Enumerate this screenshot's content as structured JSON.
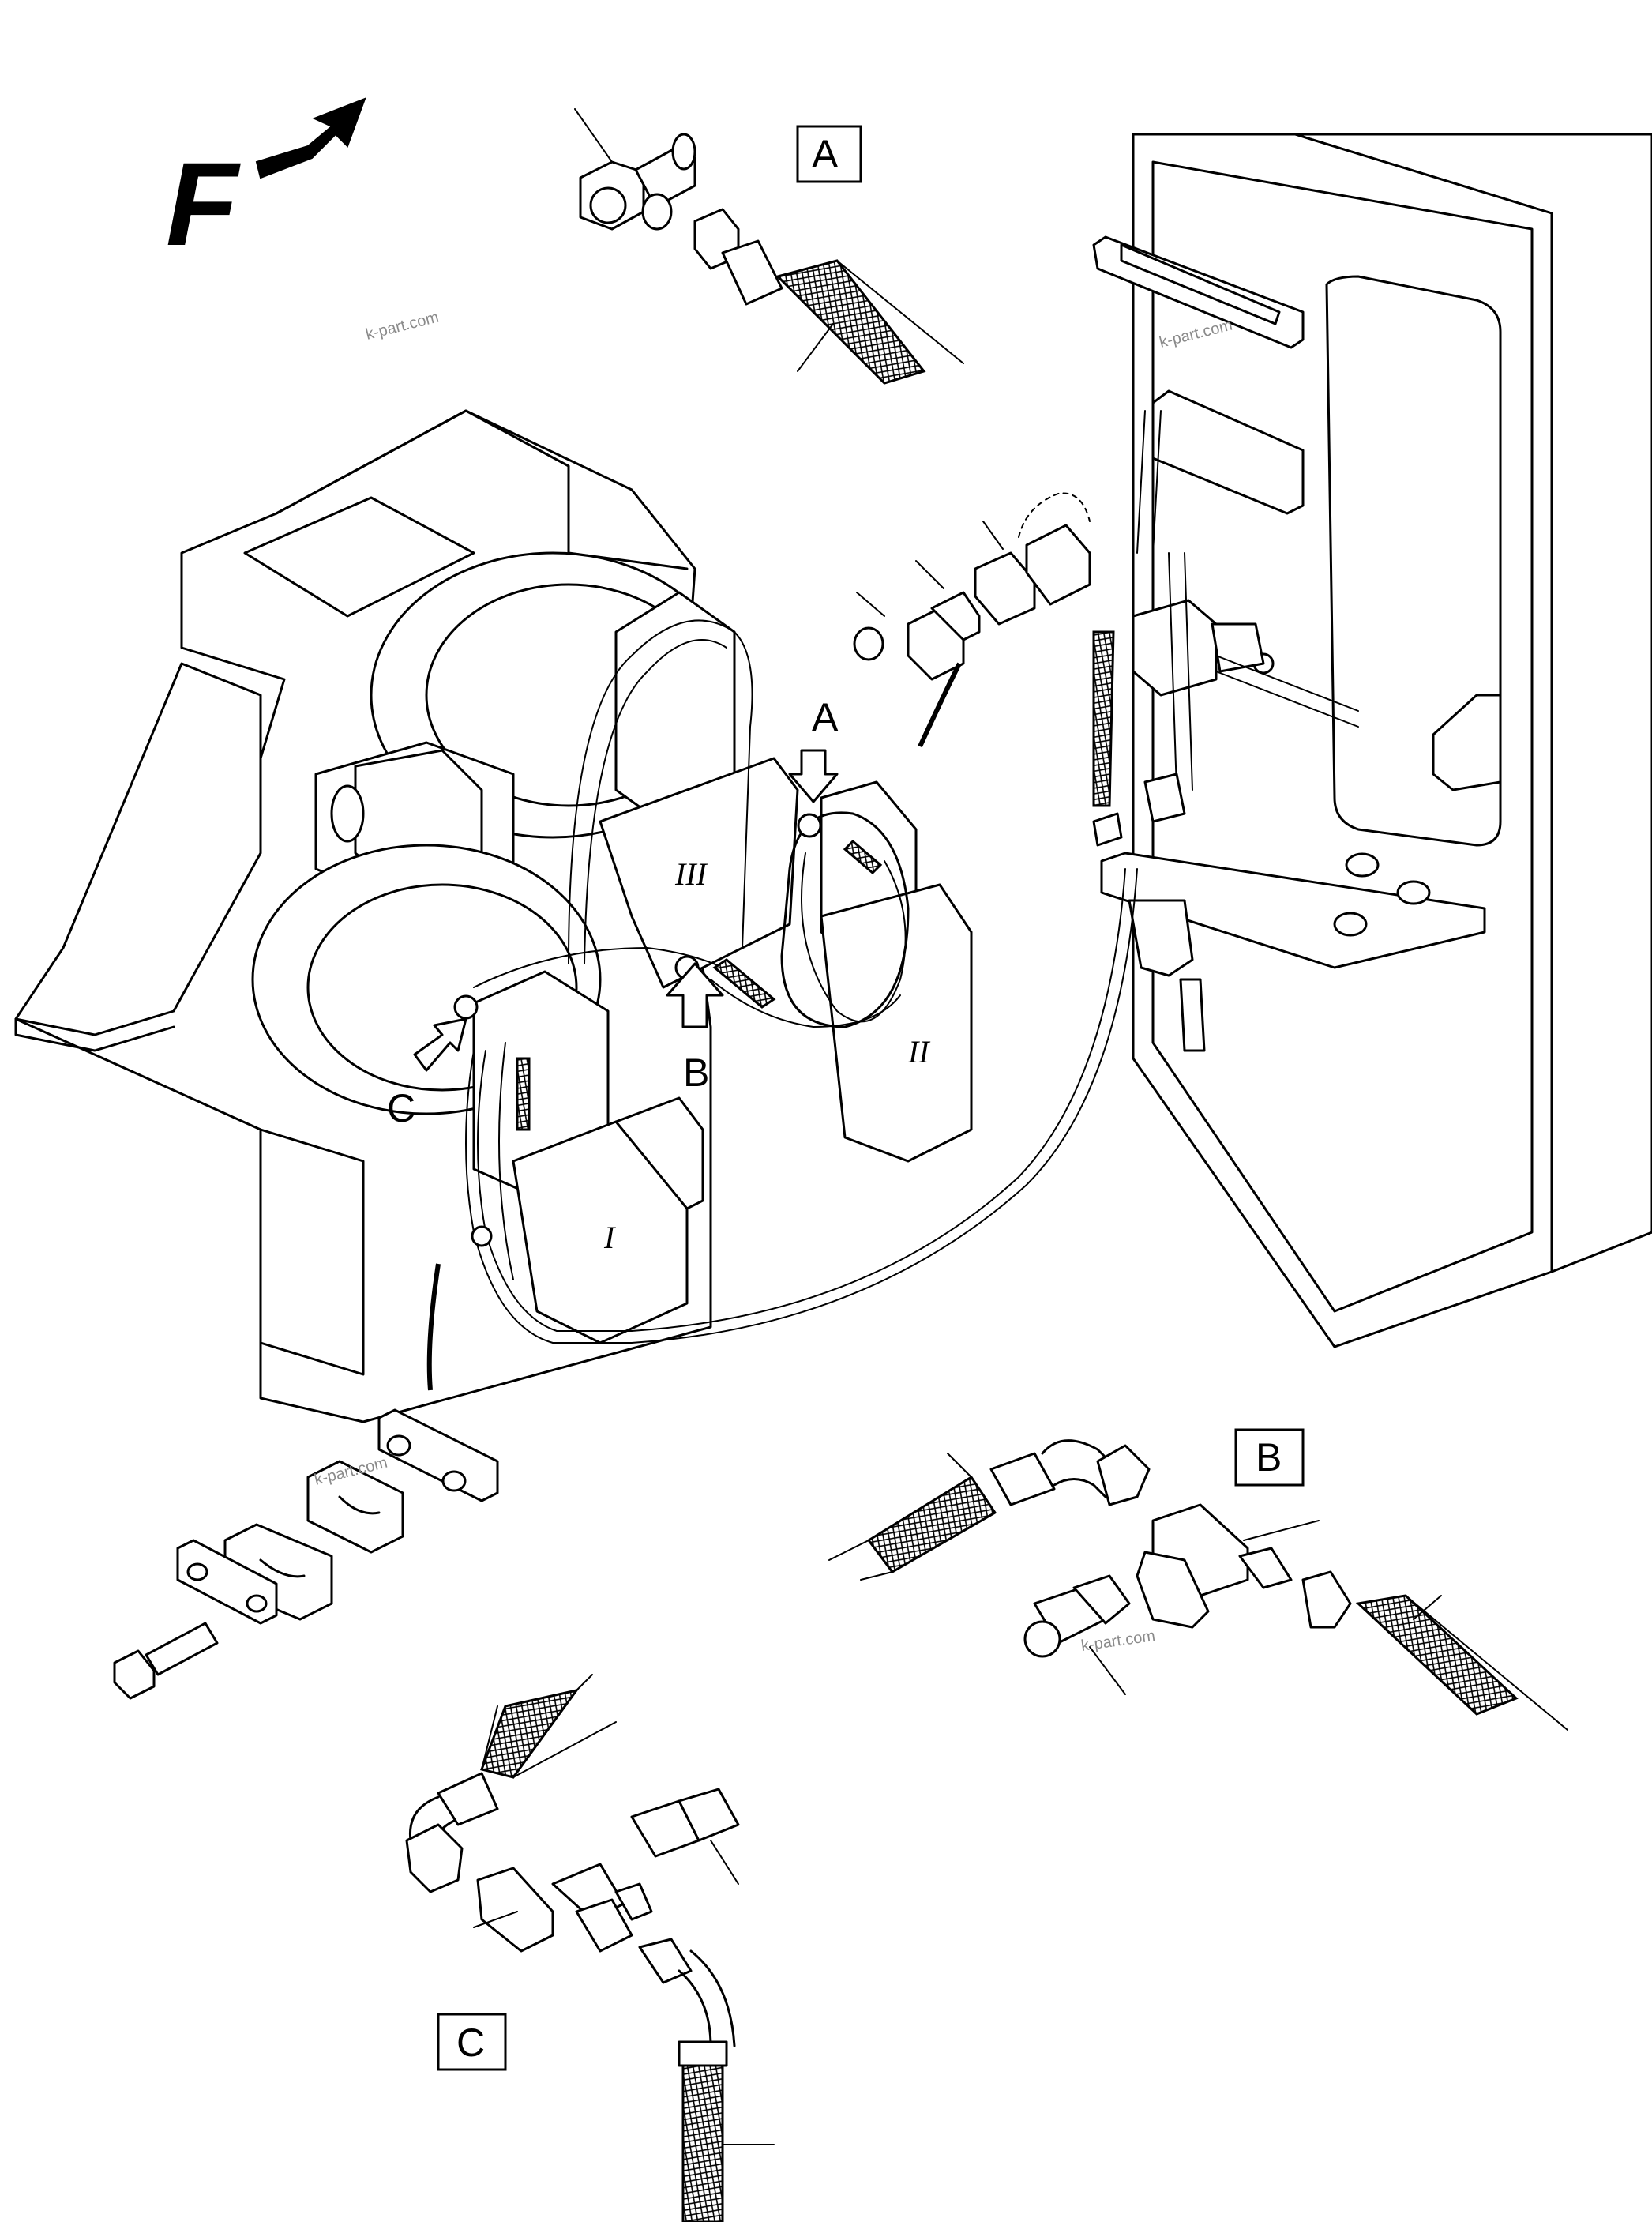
{
  "labels": {
    "front_mark": "F",
    "callout_a": "A",
    "callout_b": "B",
    "callout_c": "C",
    "detail_a": "A",
    "detail_b": "B",
    "detail_c": "C"
  },
  "roman_marks": {
    "one": "I",
    "two": "II",
    "three": "III"
  },
  "watermarks": [
    "k-part.com",
    "k-part.com",
    "k-part.com",
    "k-part.com"
  ]
}
